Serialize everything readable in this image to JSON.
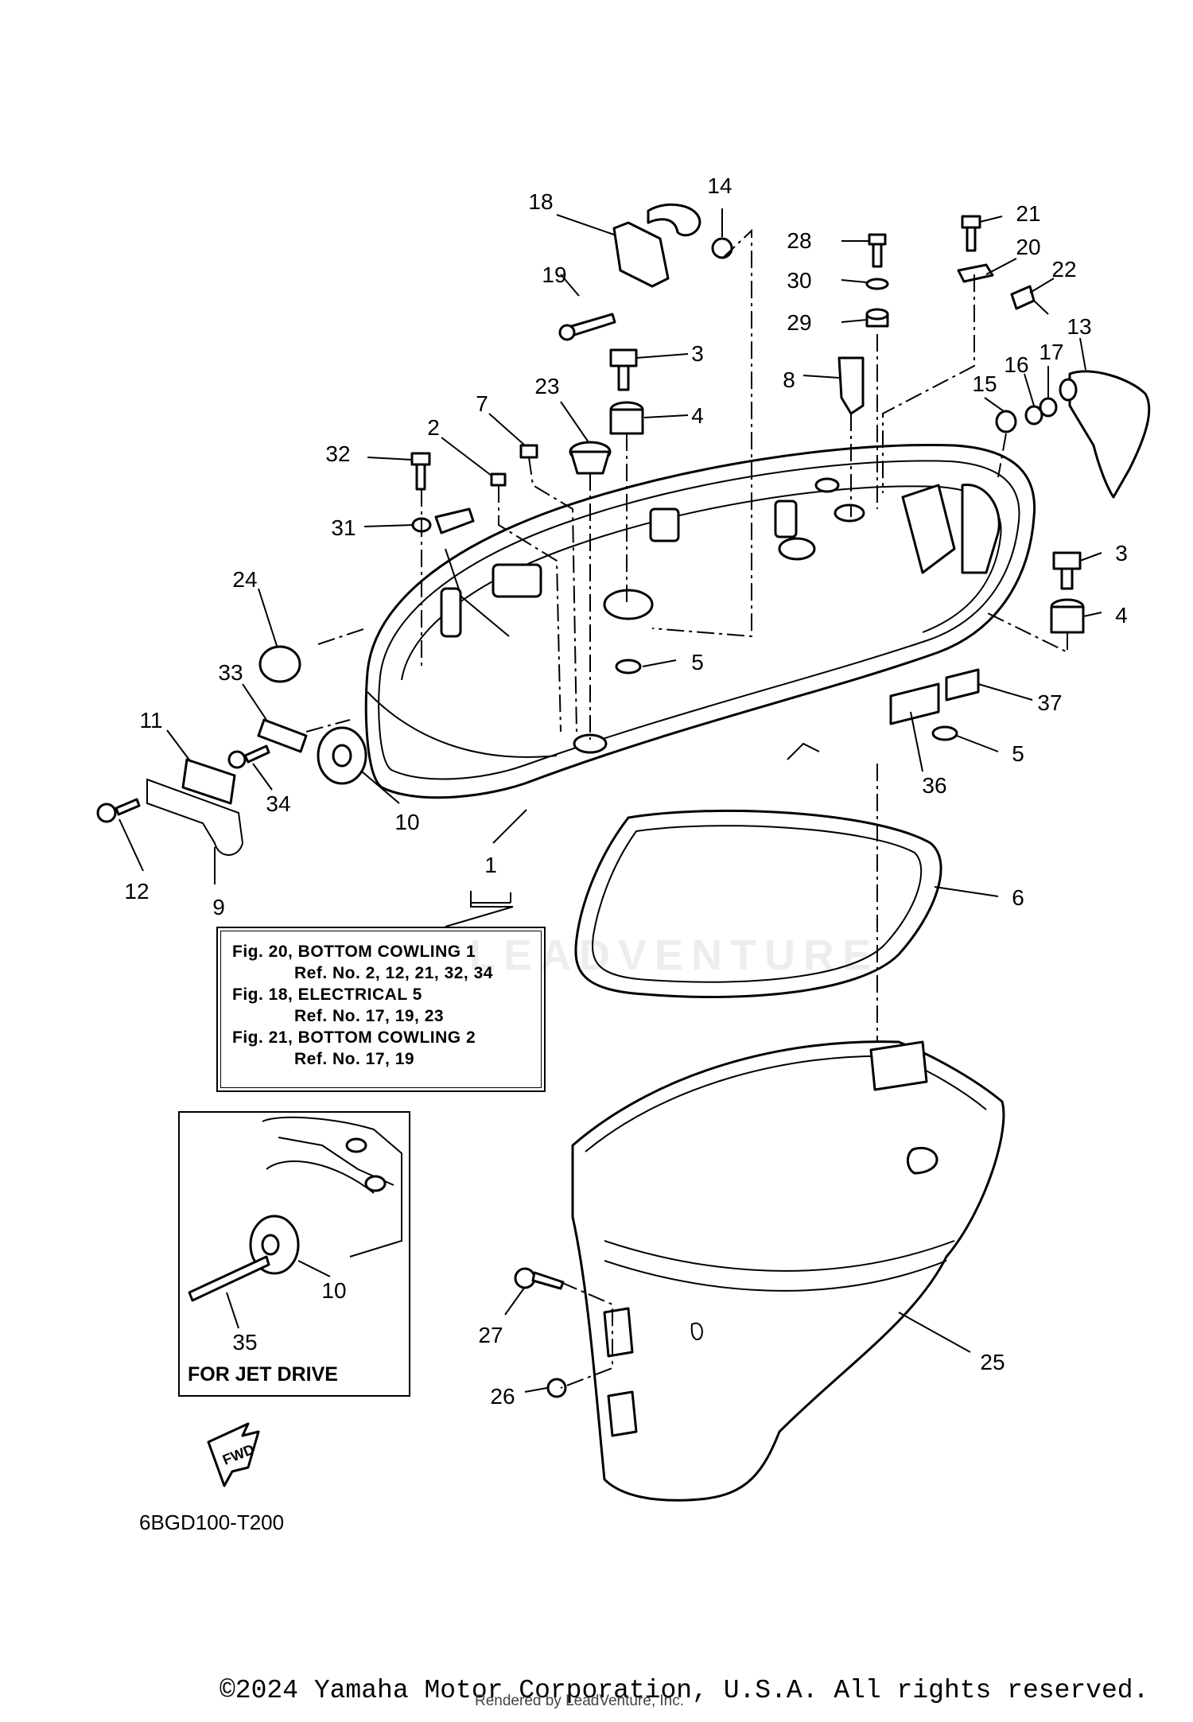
{
  "diagram": {
    "labels": [
      {
        "id": "14",
        "text": "14"
      },
      {
        "id": "18",
        "text": "18"
      },
      {
        "id": "19",
        "text": "19"
      },
      {
        "id": "28",
        "text": "28"
      },
      {
        "id": "30",
        "text": "30"
      },
      {
        "id": "29",
        "text": "29"
      },
      {
        "id": "21",
        "text": "21"
      },
      {
        "id": "20",
        "text": "20"
      },
      {
        "id": "22",
        "text": "22"
      },
      {
        "id": "13",
        "text": "13"
      },
      {
        "id": "16",
        "text": "16"
      },
      {
        "id": "17",
        "text": "17"
      },
      {
        "id": "15",
        "text": "15"
      },
      {
        "id": "3a",
        "text": "3"
      },
      {
        "id": "4a",
        "text": "4"
      },
      {
        "id": "23",
        "text": "23"
      },
      {
        "id": "8",
        "text": "8"
      },
      {
        "id": "7",
        "text": "7"
      },
      {
        "id": "2",
        "text": "2"
      },
      {
        "id": "32",
        "text": "32"
      },
      {
        "id": "31",
        "text": "31"
      },
      {
        "id": "3b",
        "text": "3"
      },
      {
        "id": "4b",
        "text": "4"
      },
      {
        "id": "24",
        "text": "24"
      },
      {
        "id": "5a",
        "text": "5"
      },
      {
        "id": "33",
        "text": "33"
      },
      {
        "id": "37",
        "text": "37"
      },
      {
        "id": "11",
        "text": "11"
      },
      {
        "id": "5b",
        "text": "5"
      },
      {
        "id": "34",
        "text": "34"
      },
      {
        "id": "36",
        "text": "36"
      },
      {
        "id": "10a",
        "text": "10"
      },
      {
        "id": "12",
        "text": "12"
      },
      {
        "id": "1",
        "text": "1"
      },
      {
        "id": "9",
        "text": "9"
      },
      {
        "id": "6",
        "text": "6"
      },
      {
        "id": "10b",
        "text": "10"
      },
      {
        "id": "35",
        "text": "35"
      },
      {
        "id": "27",
        "text": "27"
      },
      {
        "id": "25",
        "text": "25"
      },
      {
        "id": "26",
        "text": "26"
      }
    ],
    "fwd_label": "FWD",
    "watermark": "LEADVENTURE"
  },
  "reference_box": {
    "lines": [
      {
        "text": "Fig. 20, BOTTOM COWLING 1",
        "indent": false
      },
      {
        "text": "Ref. No. 2, 12, 21, 32, 34",
        "indent": true
      },
      {
        "text": "Fig. 18, ELECTRICAL 5",
        "indent": false
      },
      {
        "text": "Ref. No. 17, 19, 23",
        "indent": true
      },
      {
        "text": "Fig. 21, BOTTOM COWLING 2",
        "indent": false
      },
      {
        "text": "Ref. No. 17, 19",
        "indent": true
      }
    ]
  },
  "inset": {
    "caption": "FOR JET DRIVE"
  },
  "footer": {
    "diagram_code": "6BGD100-T200",
    "copyright": "©2024 Yamaha Motor Corporation, U.S.A. All rights reserved.",
    "rendered_by": "Rendered by LeadVenture, Inc."
  }
}
